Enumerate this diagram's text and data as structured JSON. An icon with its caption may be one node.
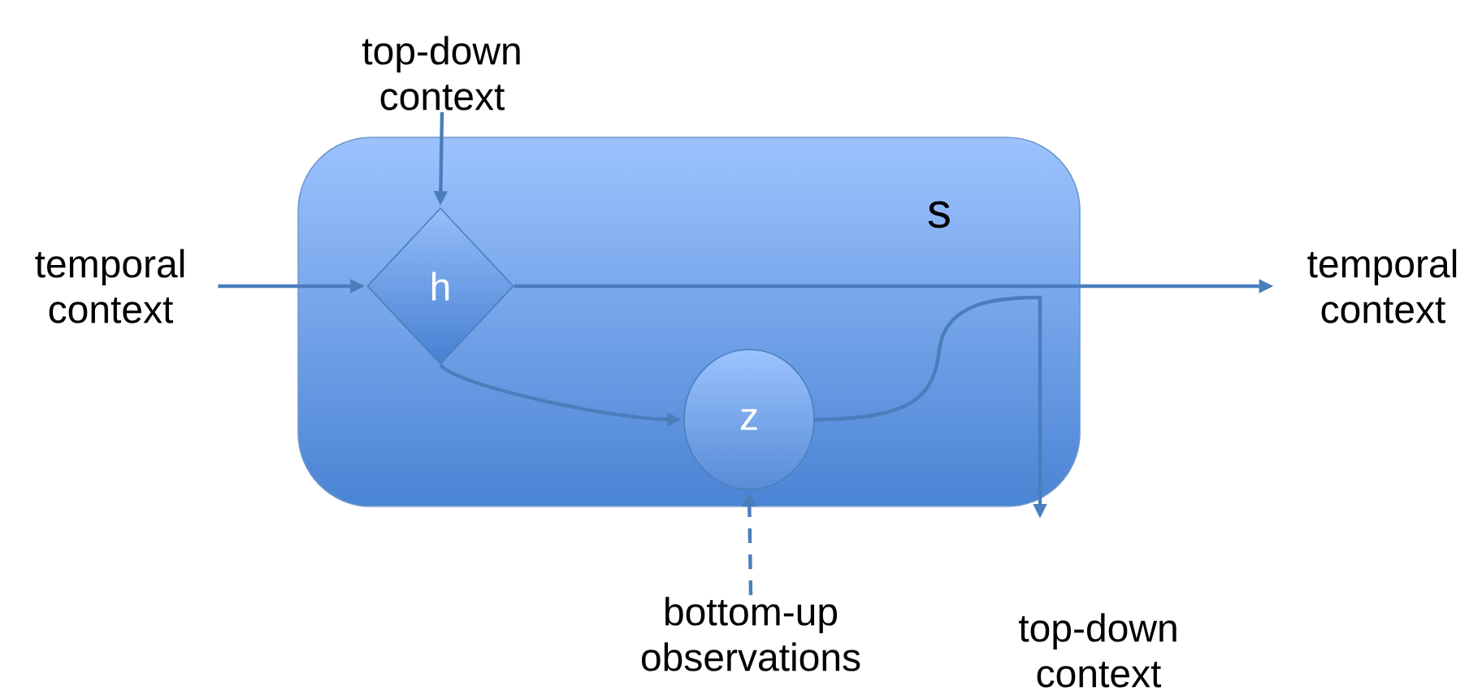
{
  "diagram": {
    "nodes": [
      {
        "text": [
          "s"
        ]
      },
      {
        "text": [
          "h"
        ],
        "in": 0
      },
      {
        "text": [
          "z"
        ],
        "in": 0
      },
      {
        "text": [
          "top-down context"
        ]
      },
      {
        "text": [
          "temporal context"
        ]
      },
      {
        "text": [
          "temporal context"
        ]
      },
      {
        "text": [
          "bottom-up observations"
        ]
      },
      {
        "text": [
          "top-down context"
        ]
      }
    ],
    "edges": [
      {
        "from": 3,
        "to": 1,
        "arrow": "to"
      },
      {
        "from": 4,
        "to": 1,
        "arrow": "to"
      },
      {
        "from": 1,
        "to": 5,
        "arrow": "to"
      },
      {
        "from": 1,
        "to": 2,
        "arrow": "to"
      },
      {
        "from": 2,
        "to": 7,
        "arrow": "to"
      },
      {
        "from": 6,
        "to": 2,
        "arrow": "to",
        "style": "dashed"
      }
    ]
  }
}
